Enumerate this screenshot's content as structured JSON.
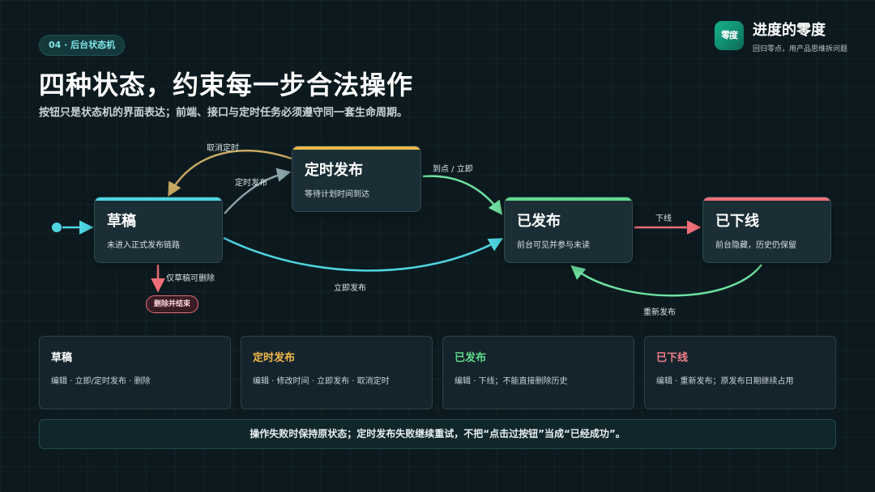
{
  "header": {
    "section_tag": "04 · 后台状态机",
    "title": "四种状态，约束每一步合法操作",
    "subtitle": "按钮只是状态机的界面表达；前端、接口与定时任务必须遵守同一套生命周期。"
  },
  "brand": {
    "logo_text": "零度",
    "name": "进度的零度",
    "slogan": "回归零点，用产品思维拆问题"
  },
  "nodes": {
    "draft": {
      "title": "草稿",
      "desc": "未进入正式发布链路",
      "color": "#4fd4e0"
    },
    "scheduled": {
      "title": "定时发布",
      "desc": "等待计划时间到达",
      "color": "#f0b84a"
    },
    "published": {
      "title": "已发布",
      "desc": "前台可见并参与未读",
      "color": "#5fd98a"
    },
    "offline": {
      "title": "已下线",
      "desc": "前台隐藏，历史仍保留",
      "color": "#ef6f78"
    }
  },
  "edges": {
    "cancel_schedule": "取消定时",
    "schedule_publish": "定时发布",
    "due_or_now": "到点 / 立即",
    "publish_now": "立即发布",
    "take_offline": "下线",
    "republish": "重新发布",
    "draft_only_delete": "仅草稿可删除",
    "delete_end": "删除并结束"
  },
  "cards": [
    {
      "title": "草稿",
      "text": "编辑 · 立即/定时发布 · 删除",
      "color": "#ffffff"
    },
    {
      "title": "定时发布",
      "text": "编辑 · 修改时间 · 立即发布 · 取消定时",
      "color": "#f0b84a"
    },
    {
      "title": "已发布",
      "text": "编辑 · 下线；不能直接删除历史",
      "color": "#5fd98a"
    },
    {
      "title": "已下线",
      "text": "编辑 · 重新发布；原发布日期继续占用",
      "color": "#ef7f8a"
    }
  ],
  "footer": {
    "note": "操作失败时保持原状态；定时发布失败继续重试，不把“点击过按钮”当成“已经成功”。"
  }
}
